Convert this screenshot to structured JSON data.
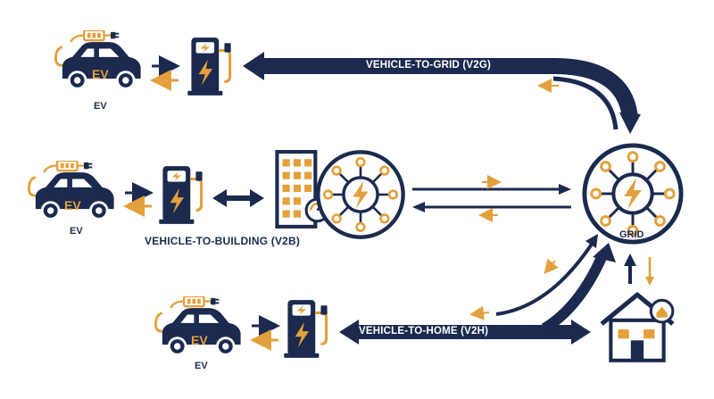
{
  "labels": {
    "ev_top": "EV",
    "ev_mid": "EV",
    "ev_bottom": "EV",
    "car_badge_top": "EV",
    "car_badge_mid": "EV",
    "car_badge_bottom": "EV",
    "v2g": "VEHICLE-TO-GRID (V2G)",
    "v2b": "VEHICLE-TO-BUILDING (V2B)",
    "v2h": "VEHICLE-TO-HOME (V2H)",
    "grid": "GRID"
  },
  "colors": {
    "navy": "#1b2a4e",
    "orange": "#e3a03c",
    "white": "#ffffff"
  },
  "icons": [
    "car-icon",
    "charger-icon",
    "building-icon",
    "hub-icon",
    "grid-icon",
    "house-icon"
  ]
}
